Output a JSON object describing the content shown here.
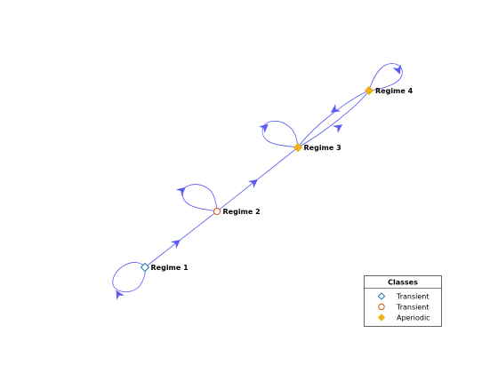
{
  "colors": {
    "edge": "#5b5bf0",
    "transient_1": "#1f77b4",
    "transient_2": "#d95319",
    "aperiodic": "#edb120"
  },
  "nodes": [
    {
      "id": "n1",
      "label": "Regime 1",
      "class": "Transient",
      "marker": "diamond-open",
      "color": "#1f77b4"
    },
    {
      "id": "n2",
      "label": "Regime 2",
      "class": "Transient",
      "marker": "circle-open",
      "color": "#d95319"
    },
    {
      "id": "n3",
      "label": "Regime 3",
      "class": "Aperiodic",
      "marker": "diamond-filled",
      "color": "#edb120"
    },
    {
      "id": "n4",
      "label": "Regime 4",
      "class": "Aperiodic",
      "marker": "diamond-filled",
      "color": "#edb120"
    }
  ],
  "edges": [
    {
      "from": "n1",
      "to": "n1"
    },
    {
      "from": "n1",
      "to": "n2"
    },
    {
      "from": "n2",
      "to": "n2"
    },
    {
      "from": "n2",
      "to": "n3"
    },
    {
      "from": "n3",
      "to": "n3"
    },
    {
      "from": "n3",
      "to": "n4"
    },
    {
      "from": "n4",
      "to": "n3"
    },
    {
      "from": "n4",
      "to": "n4"
    }
  ],
  "legend": {
    "title": "Classes",
    "entries": [
      {
        "label": "Transient",
        "marker": "diamond-open",
        "color": "#1f77b4"
      },
      {
        "label": "Transient",
        "marker": "circle-open",
        "color": "#d95319"
      },
      {
        "label": "Aperiodic",
        "marker": "diamond-filled",
        "color": "#edb120"
      }
    ]
  }
}
